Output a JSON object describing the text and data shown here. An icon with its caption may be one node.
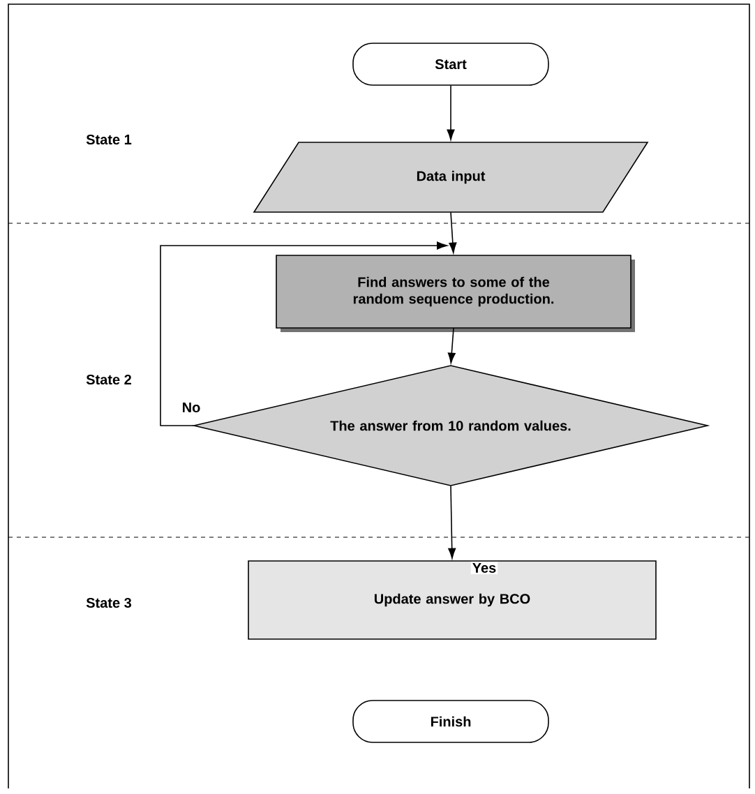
{
  "diagram": {
    "nodes": [
      {
        "text": [
          "Start"
        ]
      },
      {
        "text": [
          "Data input"
        ]
      },
      {
        "text": [
          "Find answers to some of the random sequence production."
        ]
      },
      {
        "text": [
          "The answer from 10 random values."
        ]
      },
      {
        "text": [
          "Update answer by BCO"
        ]
      },
      {
        "text": [
          "Finish"
        ]
      }
    ],
    "edges": [
      {
        "from": 0,
        "to": 1,
        "arrow": "to"
      },
      {
        "from": 1,
        "to": 2,
        "arrow": "to"
      },
      {
        "from": 2,
        "to": 3,
        "arrow": "to"
      },
      {
        "from": 3,
        "to": 4,
        "arrow": "to",
        "label": "Yes"
      },
      {
        "from": 3,
        "to": 2,
        "arrow": "to",
        "label": "No"
      }
    ],
    "labels": [
      "State 1",
      "State 2",
      "State 3"
    ]
  }
}
